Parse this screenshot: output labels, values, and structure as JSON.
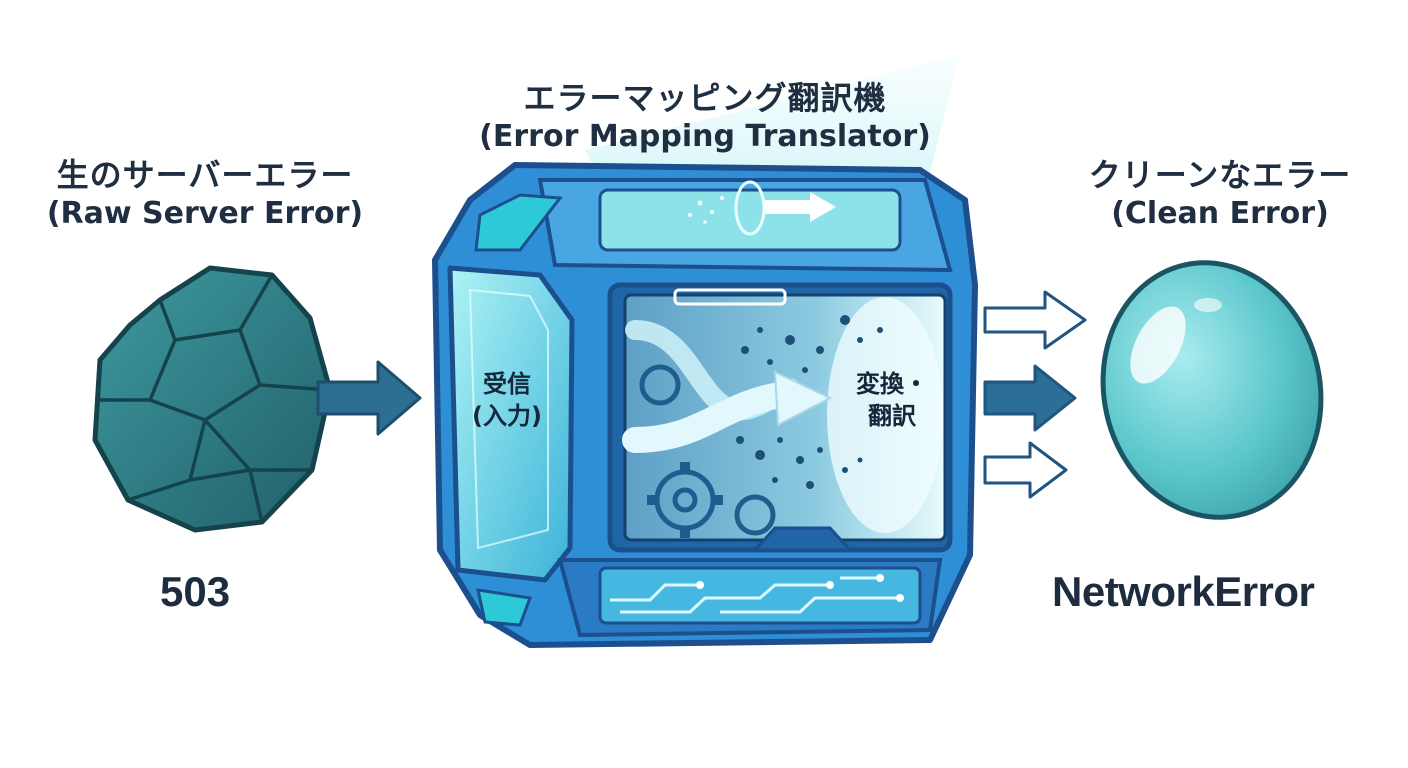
{
  "raw": {
    "title_jp": "生のサーバーエラー",
    "title_en": "(Raw Server Error)",
    "code": "503"
  },
  "machine": {
    "title_jp": "エラーマッピング翻訳機",
    "title_en": "(Error Mapping Translator)",
    "input_label_1": "受信",
    "input_label_2": "(入力)",
    "process_label_1": "変換・",
    "process_label_2": "翻訳"
  },
  "clean": {
    "title_jp": "クリーンなエラー",
    "title_en": "(Clean Error)",
    "code": "NetworkError"
  },
  "colors": {
    "rock": "#2f7f86",
    "machine_blue": "#2f8fd6",
    "glass_cyan": "#7fe3ea",
    "egg": "#5cc7cc",
    "arrow": "#2b6f96"
  },
  "icons": [
    "rock-icon",
    "machine-icon",
    "gear-icon",
    "arrow-icon",
    "egg-icon",
    "circuit-icon"
  ]
}
